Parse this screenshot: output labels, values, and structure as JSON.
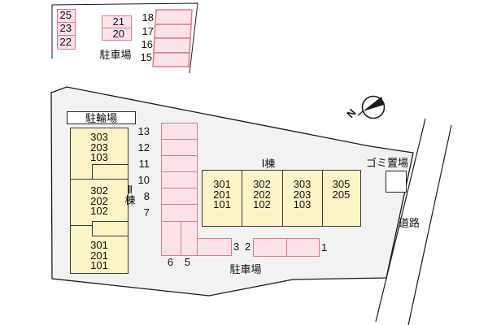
{
  "colors": {
    "stall_fill": "#fce3e9",
    "stall_border": "#e07a86",
    "building_fill": "#faf4c6",
    "site_fill": "#f2f2f2",
    "line": "#1a1a1a"
  },
  "top_lot": {
    "label": "駐車場",
    "col_a": [
      "25",
      "23",
      "22"
    ],
    "col_b": [
      "21",
      "20"
    ],
    "col_c": [
      "18",
      "17",
      "16",
      "15"
    ]
  },
  "site": {
    "bike_label": "駐輪場",
    "garbage_label": "ゴミ置場",
    "road_label": "道路",
    "compass_letter": "N",
    "bottom_lot_label": "駐車場"
  },
  "building_ii": {
    "label": "Ⅱ棟",
    "units": [
      {
        "rooms": [
          "303",
          "203",
          "103"
        ]
      },
      {
        "rooms": [
          "302",
          "202",
          "102"
        ]
      },
      {
        "rooms": [
          "301",
          "201",
          "101"
        ]
      }
    ]
  },
  "building_i": {
    "label": "Ⅰ棟",
    "units": [
      {
        "rooms": [
          "301",
          "201",
          "101"
        ]
      },
      {
        "rooms": [
          "302",
          "202",
          "102"
        ]
      },
      {
        "rooms": [
          "303",
          "203",
          "103"
        ]
      },
      {
        "rooms": [
          "305",
          "205"
        ]
      }
    ]
  },
  "strip_stalls": [
    "13",
    "12",
    "11",
    "10",
    "8",
    "7"
  ],
  "strip_bottom_stalls": [
    "6",
    "5"
  ],
  "bottom_stalls": [
    "3",
    "2",
    "1"
  ]
}
